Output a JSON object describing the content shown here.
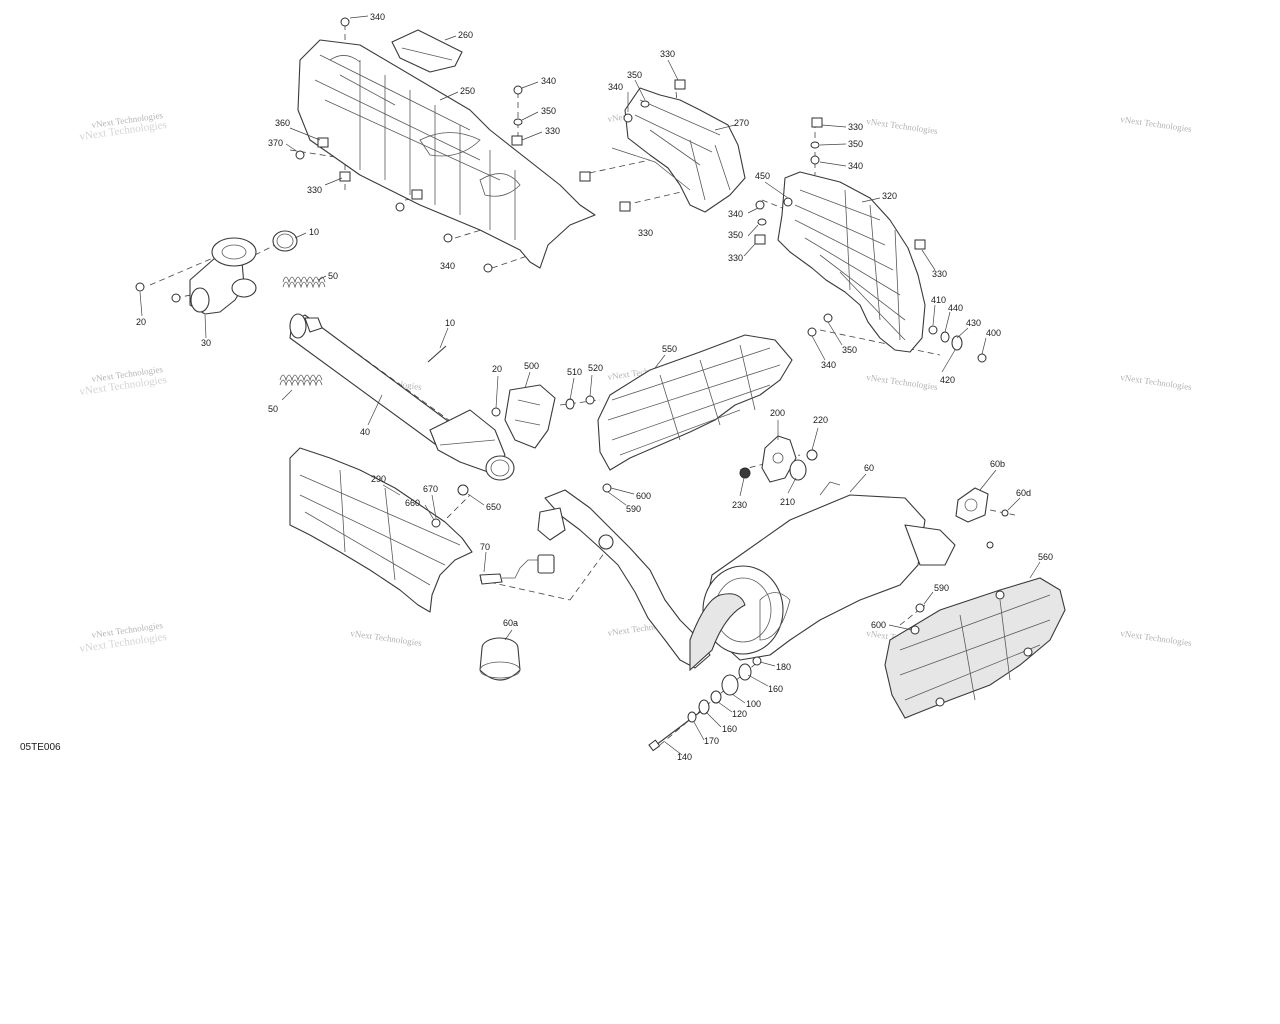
{
  "diagram": {
    "figure_id": "05TE006",
    "watermark_text": "vNext Technologies",
    "callouts": [
      {
        "id": "c340a",
        "text": "340"
      },
      {
        "id": "c260",
        "text": "260"
      },
      {
        "id": "c250",
        "text": "250"
      },
      {
        "id": "c340b",
        "text": "340"
      },
      {
        "id": "c350a",
        "text": "350"
      },
      {
        "id": "c330a",
        "text": "330"
      },
      {
        "id": "c360",
        "text": "360"
      },
      {
        "id": "c370",
        "text": "370"
      },
      {
        "id": "c330b",
        "text": "330"
      },
      {
        "id": "c340c",
        "text": "340"
      },
      {
        "id": "c330c",
        "text": "330"
      },
      {
        "id": "c350b",
        "text": "350"
      },
      {
        "id": "c340d",
        "text": "340"
      },
      {
        "id": "c270",
        "text": "270"
      },
      {
        "id": "c330d",
        "text": "330"
      },
      {
        "id": "c330e",
        "text": "330"
      },
      {
        "id": "c350c",
        "text": "350"
      },
      {
        "id": "c340e",
        "text": "340"
      },
      {
        "id": "c450",
        "text": "450"
      },
      {
        "id": "c320",
        "text": "320"
      },
      {
        "id": "c340f",
        "text": "340"
      },
      {
        "id": "c350d",
        "text": "350"
      },
      {
        "id": "c330f",
        "text": "330"
      },
      {
        "id": "c330g",
        "text": "330"
      },
      {
        "id": "c10a",
        "text": "10"
      },
      {
        "id": "c50a",
        "text": "50"
      },
      {
        "id": "c20a",
        "text": "20"
      },
      {
        "id": "c30",
        "text": "30"
      },
      {
        "id": "c10b",
        "text": "10"
      },
      {
        "id": "c410",
        "text": "410"
      },
      {
        "id": "c440",
        "text": "440"
      },
      {
        "id": "c430",
        "text": "430"
      },
      {
        "id": "c400",
        "text": "400"
      },
      {
        "id": "c350e",
        "text": "350"
      },
      {
        "id": "c340g",
        "text": "340"
      },
      {
        "id": "c420",
        "text": "420"
      },
      {
        "id": "c550",
        "text": "550"
      },
      {
        "id": "c20b",
        "text": "20"
      },
      {
        "id": "c500",
        "text": "500"
      },
      {
        "id": "c510",
        "text": "510"
      },
      {
        "id": "c520",
        "text": "520"
      },
      {
        "id": "c50b",
        "text": "50"
      },
      {
        "id": "c40",
        "text": "40"
      },
      {
        "id": "c200",
        "text": "200"
      },
      {
        "id": "c220",
        "text": "220"
      },
      {
        "id": "c60",
        "text": "60"
      },
      {
        "id": "c60b",
        "text": "60b"
      },
      {
        "id": "c60d",
        "text": "60d"
      },
      {
        "id": "c230",
        "text": "230"
      },
      {
        "id": "c210",
        "text": "210"
      },
      {
        "id": "c600a",
        "text": "600"
      },
      {
        "id": "c590a",
        "text": "590"
      },
      {
        "id": "c290",
        "text": "290"
      },
      {
        "id": "c670",
        "text": "670"
      },
      {
        "id": "c660",
        "text": "660"
      },
      {
        "id": "c650",
        "text": "650"
      },
      {
        "id": "c70",
        "text": "70"
      },
      {
        "id": "c560",
        "text": "560"
      },
      {
        "id": "c590b",
        "text": "590"
      },
      {
        "id": "c600b",
        "text": "600"
      },
      {
        "id": "c60a",
        "text": "60a"
      },
      {
        "id": "c180",
        "text": "180"
      },
      {
        "id": "c160a",
        "text": "160"
      },
      {
        "id": "c100",
        "text": "100"
      },
      {
        "id": "c120",
        "text": "120"
      },
      {
        "id": "c160b",
        "text": "160"
      },
      {
        "id": "c170",
        "text": "170"
      },
      {
        "id": "c140",
        "text": "140"
      }
    ]
  }
}
